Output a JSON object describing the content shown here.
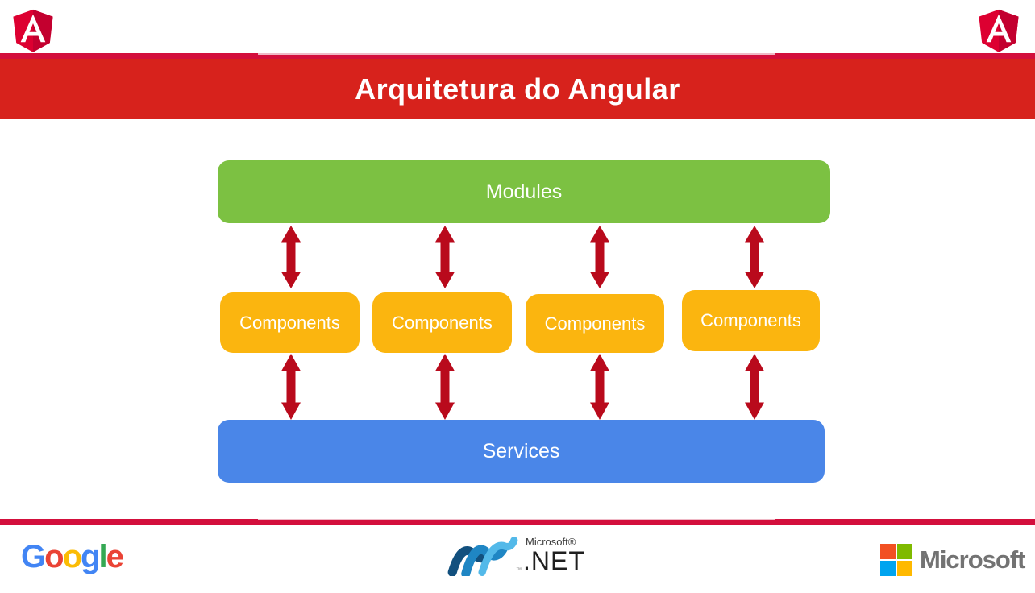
{
  "header": {
    "title": "Arquitetura do Angular"
  },
  "diagram": {
    "modules": "Modules",
    "components": [
      "Components",
      "Components",
      "Components",
      "Components"
    ],
    "services": "Services"
  },
  "footer": {
    "google": {
      "letters": [
        {
          "char": "G",
          "color": "#4285F4"
        },
        {
          "char": "o",
          "color": "#EA4335"
        },
        {
          "char": "o",
          "color": "#FBBC05"
        },
        {
          "char": "g",
          "color": "#4285F4"
        },
        {
          "char": "l",
          "color": "#34A853"
        },
        {
          "char": "e",
          "color": "#EA4335"
        }
      ]
    },
    "dotnet": {
      "microsoft_text": "Microsoft®",
      "net_text": ".NET",
      "tm_text": "™"
    },
    "microsoft": {
      "label": "Microsoft",
      "square_colors": [
        "#F25022",
        "#7FBA00",
        "#00A4EF",
        "#FFB900"
      ]
    }
  },
  "colors": {
    "banner_red": "#D7221C",
    "strip_red": "#D30F3C",
    "modules_green": "#7CC142",
    "components_orange": "#FBB50F",
    "services_blue": "#4A86E8",
    "arrow_red": "#B90A1C",
    "angular_red": "#DD0031",
    "angular_dark": "#C3002F",
    "angular_letter_white": "#FFFFFF",
    "dotnet_dark": "#12507E",
    "dotnet_mid": "#1F86C4",
    "dotnet_light": "#53B9E9",
    "microsoft_text_gray": "#737373"
  }
}
